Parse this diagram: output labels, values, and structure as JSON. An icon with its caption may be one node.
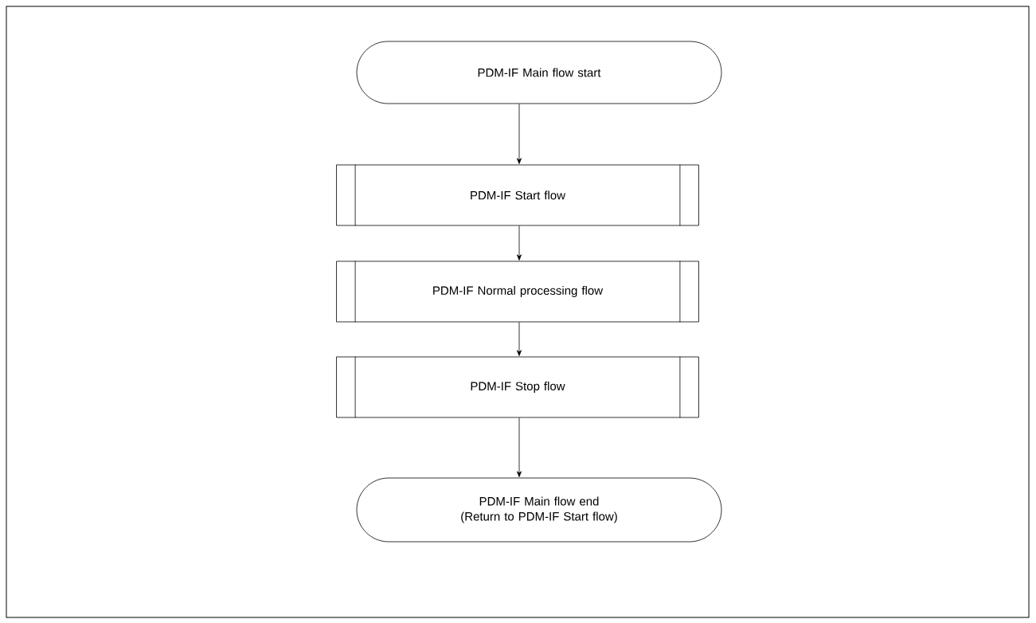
{
  "diagram": {
    "nodes": [
      {
        "text": [
          "PDM-IF Main flow start"
        ]
      },
      {
        "text": [
          "PDM-IF Start flow"
        ]
      },
      {
        "text": [
          "PDM-IF Normal processing flow"
        ]
      },
      {
        "text": [
          "PDM-IF Stop flow"
        ]
      },
      {
        "text": [
          "PDM-IF Main flow end (Return to PDM-IF Start flow)"
        ]
      }
    ],
    "edges": [
      {
        "from": 0,
        "to": 1,
        "arrow": "to"
      },
      {
        "from": 1,
        "to": 2,
        "arrow": "to"
      },
      {
        "from": 2,
        "to": 3,
        "arrow": "to"
      },
      {
        "from": 3,
        "to": 4,
        "arrow": "to"
      }
    ]
  }
}
